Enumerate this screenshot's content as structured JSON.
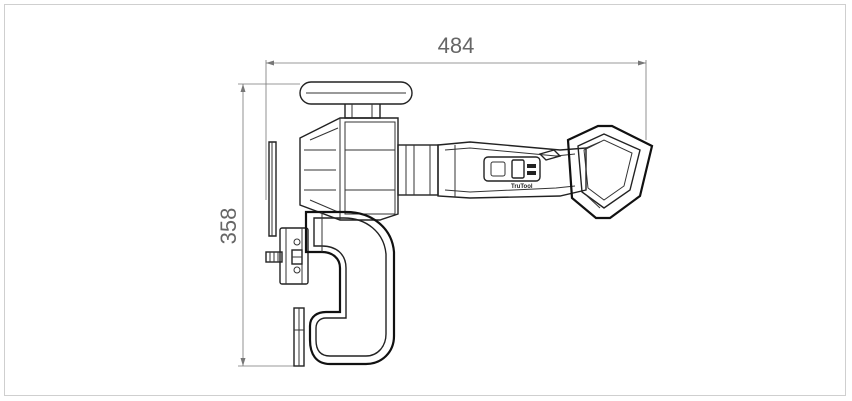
{
  "dimensions": {
    "width_label": "484",
    "height_label": "358"
  },
  "tool": {
    "brand": "TruTool"
  },
  "colors": {
    "dimension_line": "#777777",
    "drawing_line": "#222222",
    "frame_border": "#cfcfcf"
  }
}
